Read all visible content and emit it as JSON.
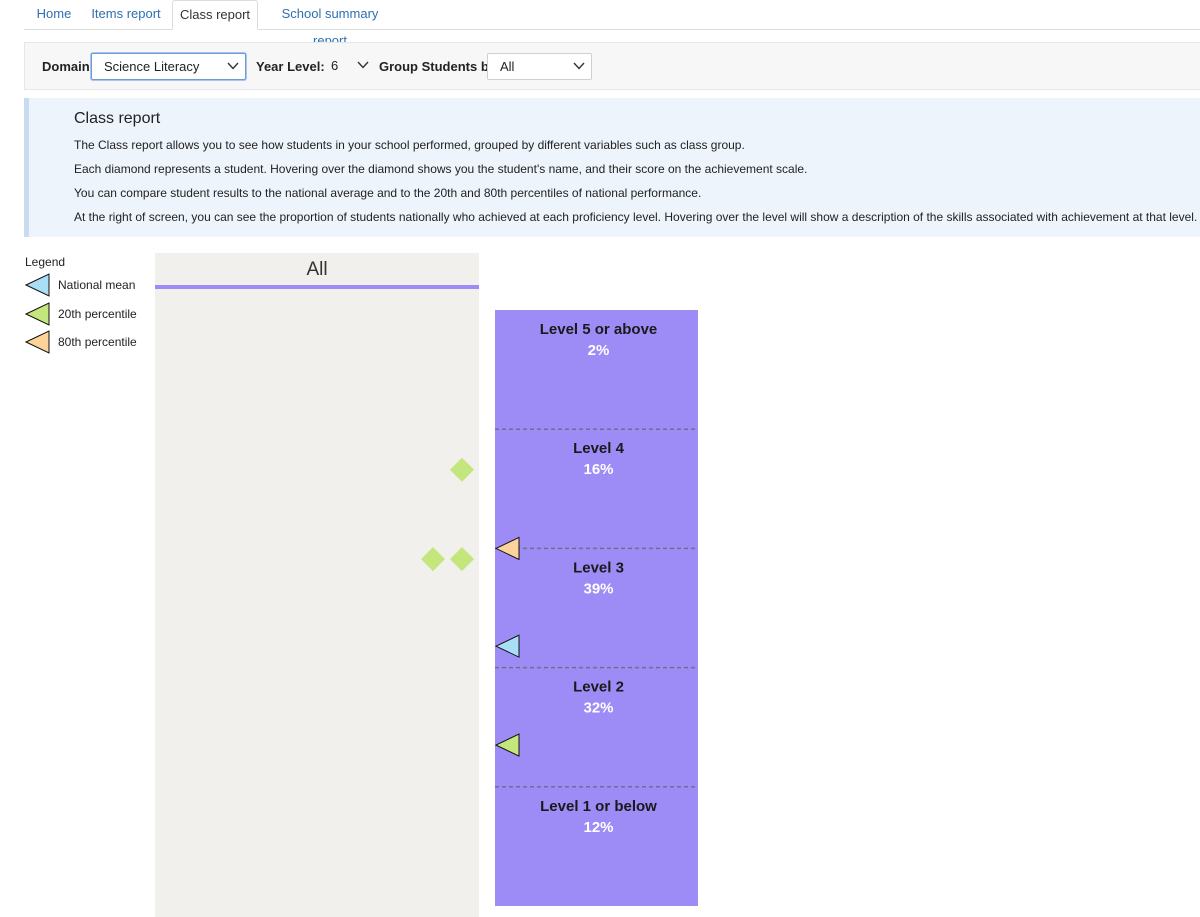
{
  "tabs": [
    {
      "label": "Home",
      "active": false
    },
    {
      "label": "Items report",
      "active": false
    },
    {
      "label": "Class report",
      "active": true
    },
    {
      "label": "School summary report",
      "active": false
    }
  ],
  "filters": {
    "domain_label": "Domain:",
    "domain_value": "Science Literacy",
    "year_label": "Year Level:",
    "year_value": "6",
    "group_label": "Group Students by:",
    "group_value": "All"
  },
  "info": {
    "title": "Class report",
    "lines": [
      "The Class report allows you to see how students in your school performed, grouped by different variables such as class group.",
      "Each diamond represents a student. Hovering over the diamond shows you the student's name, and their score on the achievement scale.",
      "You can compare student results to the national average and to the 20th and 80th percentiles of national performance.",
      "At the right of screen, you can see the proportion of students nationally who achieved at each proficiency level. Hovering over the level will show a description of the skills associated with achievement at that level."
    ]
  },
  "legend": {
    "title": "Legend",
    "items": [
      {
        "label": "National mean",
        "color": "#a9def7",
        "icon": "triangle-left-icon"
      },
      {
        "label": "20th percentile",
        "color": "#c3e67d",
        "icon": "triangle-left-icon"
      },
      {
        "label": "80th percentile",
        "color": "#fcd49a",
        "icon": "triangle-left-icon"
      }
    ]
  },
  "chart_data": {
    "type": "scatter",
    "group": "All",
    "scale": "achievement scale position (0 = bottom of Level 1 or below band, 5 = top of Level 5 or above band)",
    "levels": [
      {
        "label": "Level 5 or above",
        "percent": "2%"
      },
      {
        "label": "Level 4",
        "percent": "16%"
      },
      {
        "label": "Level 3",
        "percent": "39%"
      },
      {
        "label": "Level 2",
        "percent": "32%"
      },
      {
        "label": "Level 1 or below",
        "percent": "12%"
      }
    ],
    "students": [
      3.66,
      2.91,
      2.91
    ],
    "markers": [
      {
        "name": "80th percentile",
        "value": 3.0,
        "color": "#fcd49a"
      },
      {
        "name": "National mean",
        "value": 2.18,
        "color": "#a9def7"
      },
      {
        "name": "20th percentile",
        "value": 1.35,
        "color": "#c3e67d"
      }
    ],
    "colors": {
      "band": "#9d8cf5",
      "student": "#c3e67d",
      "divider": "#6f6f8a"
    }
  }
}
